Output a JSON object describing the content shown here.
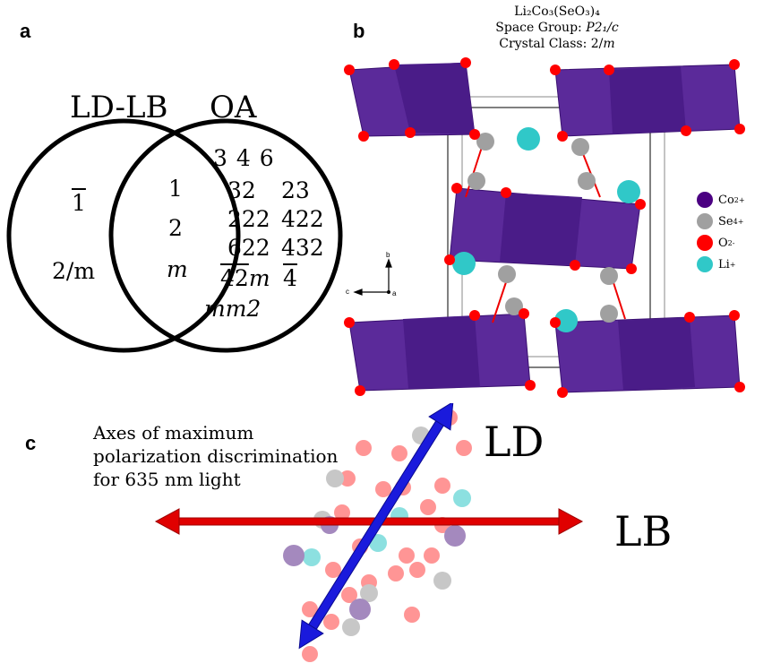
{
  "panels": {
    "a": "a",
    "b": "b",
    "c": "c"
  },
  "venn": {
    "left_title": "LD-LB",
    "right_title": "OA",
    "left_only": [
      "1",
      "2/m"
    ],
    "intersection": [
      "1",
      "2",
      "m"
    ],
    "right_only": {
      "row1": "3  4  6",
      "row2": [
        "32",
        "23"
      ],
      "row3": [
        "222",
        "422"
      ],
      "row4": [
        "622",
        "432"
      ],
      "row5a": "42",
      "row5a_it": "m",
      "row5b": "4",
      "row6": "mm2"
    }
  },
  "crystal": {
    "formula": "Li₂Co₃(SeO₃)₄",
    "space_group_label": "Space Group: ",
    "space_group_value": "P2₁/c",
    "crystal_class_label": "Crystal Class: 2/",
    "crystal_class_value": "m",
    "axes": {
      "b": "b",
      "c": "c",
      "a": "a"
    },
    "legend": [
      {
        "ion": "Co",
        "charge": "2+",
        "color": "#4b0082"
      },
      {
        "ion": "Se",
        "charge": "4+",
        "color": "#a0a0a0"
      },
      {
        "ion": "O",
        "charge": "2-",
        "color": "#ff0000"
      },
      {
        "ion": "Li",
        "charge": "+",
        "color": "#30c8c8"
      }
    ]
  },
  "axes_panel": {
    "caption_lines": [
      "Axes of maximum",
      "polarization discrimination",
      "for 635 nm light"
    ],
    "ld_label": "LD",
    "lb_label": "LB",
    "ld_color": "#1a1adc",
    "lb_color": "#e00000"
  }
}
